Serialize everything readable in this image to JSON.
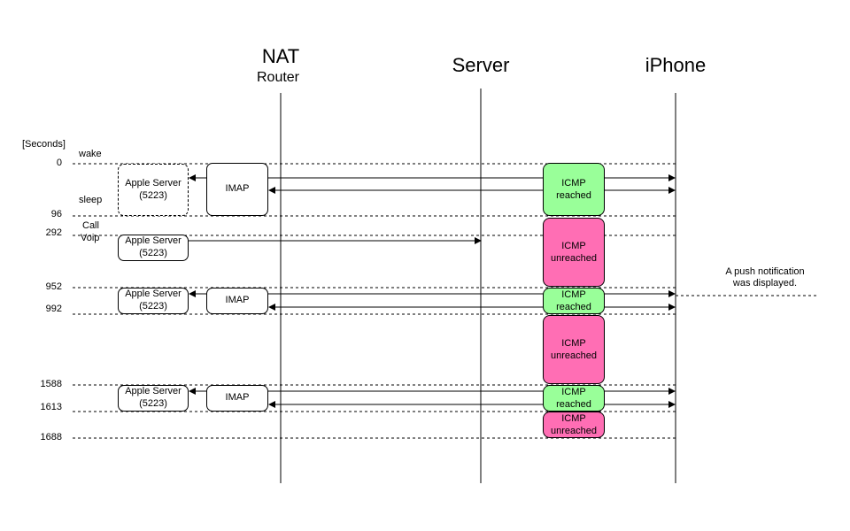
{
  "headers": {
    "nat": "NAT",
    "router": "Router",
    "server": "Server",
    "iphone": "iPhone"
  },
  "axis_unit": "[Seconds]",
  "times": [
    "0",
    "96",
    "292",
    "952",
    "992",
    "1588",
    "1613",
    "1688"
  ],
  "events": {
    "wake": "wake",
    "sleep": "sleep",
    "call": "Call",
    "voip": "Voip"
  },
  "boxes": {
    "apple_server": "Apple Server",
    "apple_port": "(5223)",
    "imap": "IMAP"
  },
  "icmp": {
    "line1": "ICMP",
    "reached": "reached",
    "unreached": "unreached",
    "reached_color": "#99ff99",
    "unreached_color": "#ff6eb4"
  },
  "note": {
    "line1": "A push notification",
    "line2": "was displayed."
  }
}
